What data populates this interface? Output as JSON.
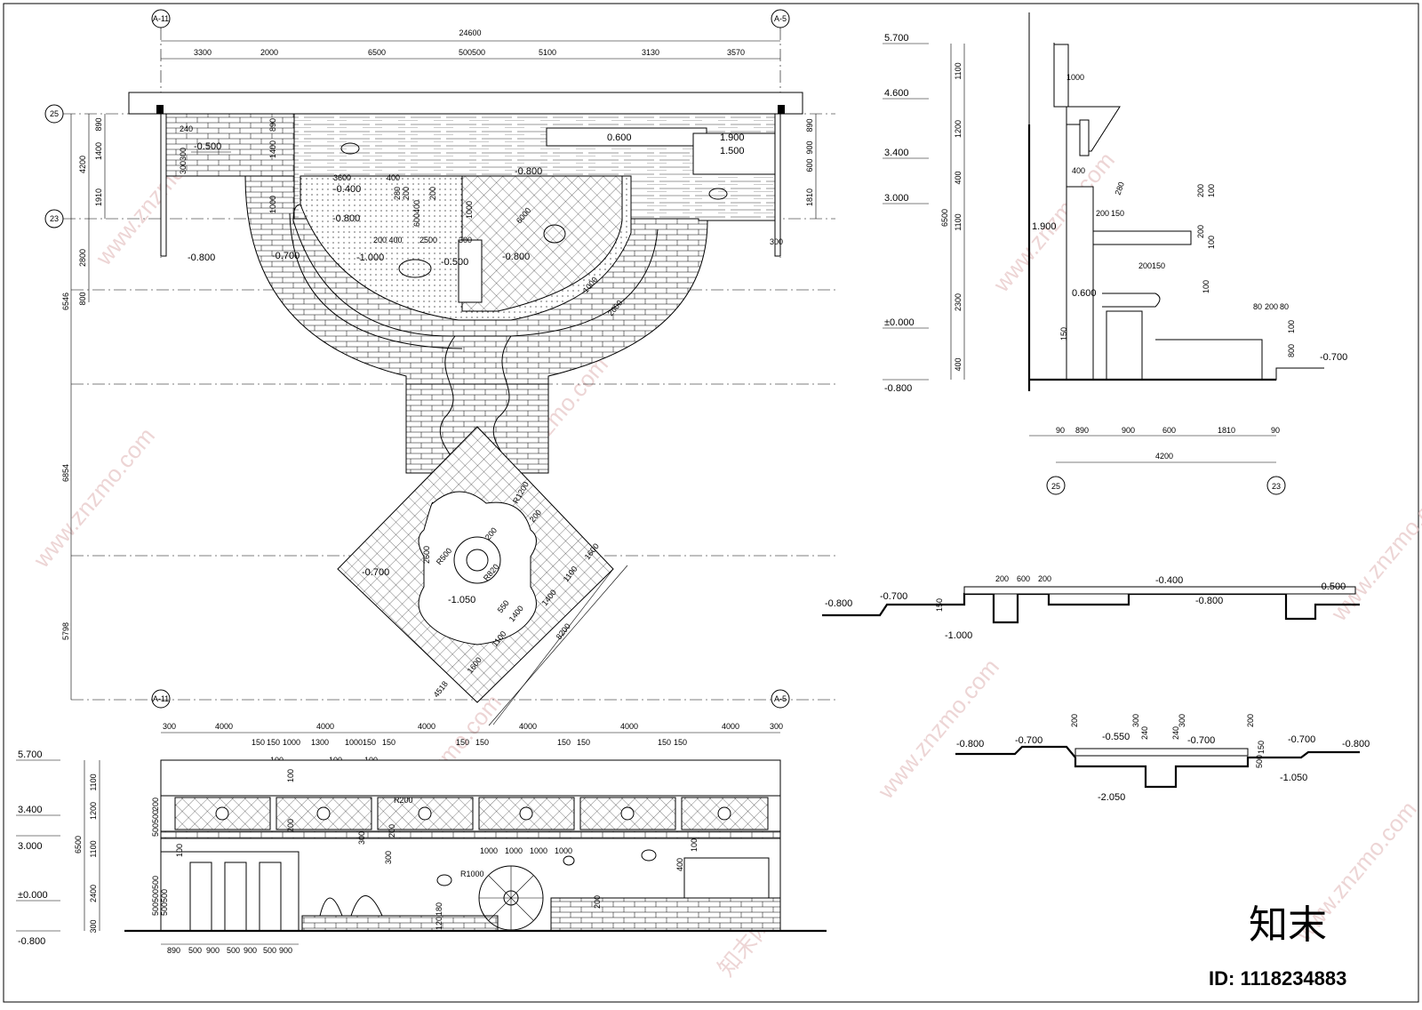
{
  "plan": {
    "axis_left": "A-11",
    "axis_right": "A-5",
    "overall_width": "24600",
    "top_dims": [
      "3300",
      "2000",
      "6500",
      "500500",
      "5100",
      "3130",
      "3570"
    ],
    "row_left": "25",
    "row_right": "23",
    "left_dims_a": [
      "890",
      "1400",
      "1910"
    ],
    "left_dims_b": [
      "4200",
      "2800",
      "800"
    ],
    "left_dims_c": [
      "6546",
      "6854",
      "5798"
    ],
    "right_dims": [
      "890",
      "900",
      "600",
      "1810"
    ],
    "inner_dims": [
      "240",
      "300300",
      "890",
      "1400",
      "1000",
      "3600",
      "400",
      "280",
      "200",
      "200 400",
      "2500",
      "300",
      "600400",
      "1000",
      "6000",
      "1000",
      "2000",
      "300",
      "R1200",
      "2600",
      "R500",
      "R820",
      "200",
      "1600",
      "1100",
      "1400",
      "1400",
      "1100",
      "1600",
      "550",
      "8200",
      "4518"
    ],
    "levels": [
      "-0.500",
      "0.600",
      "1.900",
      "1.500",
      "-0.800",
      "-0.400",
      "-0.800",
      "-1.000",
      "-0.500",
      "-0.800",
      "-0.700",
      "-0.800",
      "-0.700",
      "-1.050"
    ]
  },
  "section_right": {
    "levels_left": [
      "5.700",
      "4.600",
      "3.400",
      "3.000",
      "±0.000",
      "-0.800"
    ],
    "vertical_dims": [
      "1100",
      "1200",
      "400",
      "1100",
      "2300",
      "400"
    ],
    "total_height": "6500",
    "inner_labels": [
      "1000",
      "400",
      "1.900",
      "0.600",
      "200",
      "150",
      "280",
      "200",
      "150",
      "200",
      "100",
      "200",
      "100",
      "100",
      "80",
      "200",
      "80",
      "100",
      "800",
      "-0.700",
      "150"
    ],
    "bottom_dims": [
      "90",
      "890",
      "900",
      "600",
      "1810",
      "90"
    ],
    "bottom_total": "4200",
    "axis_left": "25",
    "axis_right": "23"
  },
  "section_mid": {
    "labels": [
      "-0.800",
      "-0.700",
      "150",
      "200",
      "600",
      "200",
      "-0.400",
      "-0.800",
      "-0.500",
      "-1.000"
    ]
  },
  "section_low": {
    "labels": [
      "-0.800",
      "-0.700",
      "200",
      "-0.550",
      "300",
      "240",
      "300",
      "240",
      "-0.700",
      "200",
      "-0.700",
      "-0.800",
      "150",
      "500",
      "-1.050",
      "-2.050"
    ]
  },
  "elevation": {
    "axis_left": "A-11",
    "axis_right": "A-5",
    "top_dims": [
      "300",
      "4000",
      "4000",
      "4000",
      "4000",
      "4000",
      "4000",
      "300"
    ],
    "sub_dims": [
      "150",
      "150",
      "1000",
      "1300",
      "1000",
      "150",
      "150",
      "150",
      "150",
      "150",
      "150",
      "150",
      "150",
      "100",
      "100",
      "100"
    ],
    "levels": [
      "5.700",
      "3.400",
      "3.000",
      "±0.000",
      "-0.800"
    ],
    "vertical_dims": [
      "1100",
      "1200",
      "1100",
      "2400",
      "300"
    ],
    "total_height": "6500",
    "inner_labels": [
      "200",
      "500",
      "500",
      "500",
      "100",
      "200",
      "100",
      "500",
      "500",
      "500",
      "500",
      "R200",
      "300",
      "300",
      "200",
      "1000",
      "1000",
      "1000",
      "1000",
      "R1000",
      "400",
      "200",
      "180",
      "120",
      "100"
    ],
    "bottom_dims": [
      "890",
      "500",
      "900",
      "500",
      "900",
      "500",
      "900"
    ]
  },
  "brand": {
    "logo_text": "知末",
    "id_label": "ID: 1118234883",
    "watermark": "www.znzmo.com",
    "watermark_cn": "知末网"
  }
}
